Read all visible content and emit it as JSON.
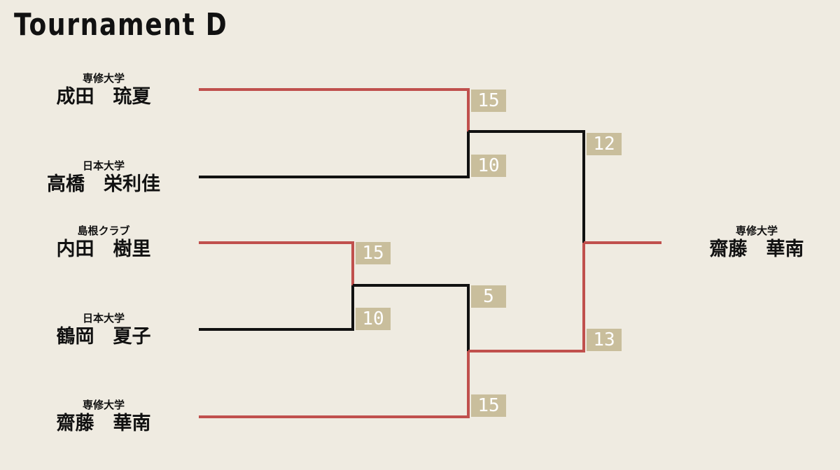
{
  "title": "Tournament D",
  "colors": {
    "background": "#EFEBE1",
    "winner_line": "#C0504D",
    "loser_line": "#111111",
    "score_box": "#C9BE9C"
  },
  "players": [
    {
      "team": "専修大学",
      "name": "成田　琉夏"
    },
    {
      "team": "日本大学",
      "name": "高橋　栄利佳"
    },
    {
      "team": "島根クラブ",
      "name": "内田　樹里"
    },
    {
      "team": "日本大学",
      "name": "鶴岡　夏子"
    },
    {
      "team": "専修大学",
      "name": "齋藤　華南"
    }
  ],
  "matches": [
    {
      "round": 1,
      "scores": [
        "15",
        "10"
      ]
    },
    {
      "round": 1,
      "scores": [
        "15",
        "10"
      ]
    },
    {
      "round": 2,
      "scores": [
        "5",
        "15"
      ]
    },
    {
      "round": 3,
      "scores": [
        "12",
        "13"
      ]
    }
  ],
  "champion": {
    "team": "専修大学",
    "name": "齋藤　華南"
  }
}
